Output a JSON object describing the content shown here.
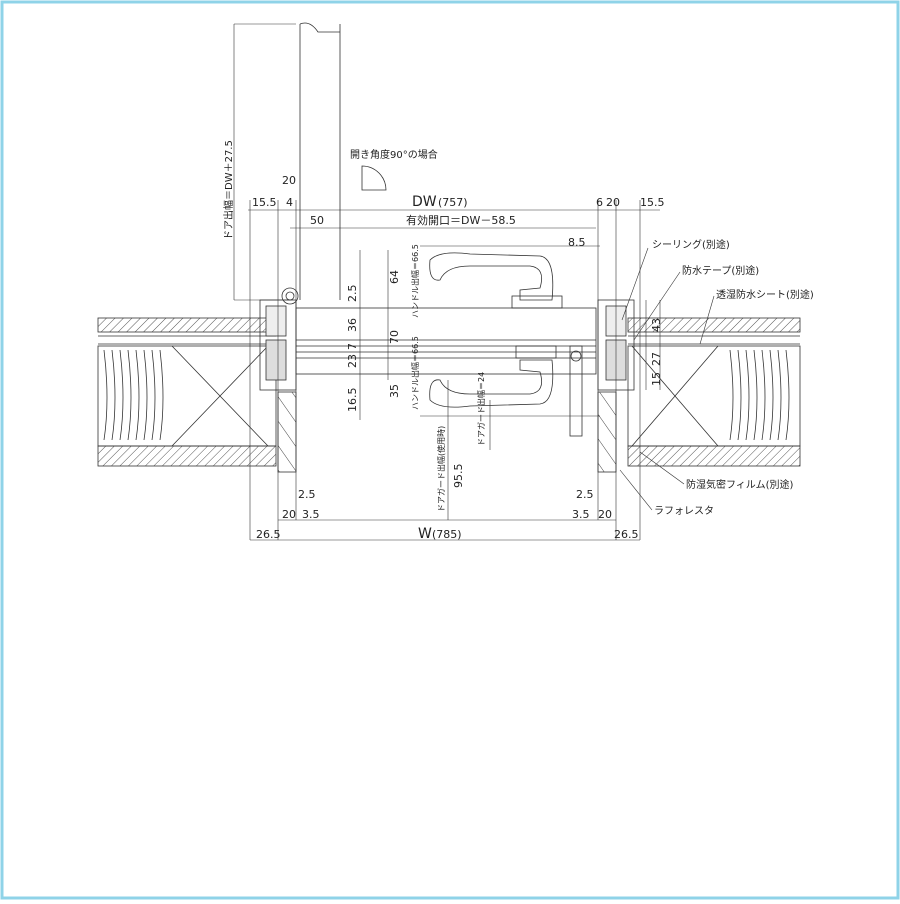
{
  "colors": {
    "frame_border": "#8fd3e8",
    "line": "#333333",
    "hatch": "#555555"
  },
  "annotations": {
    "open_angle": "開き角度90°の場合",
    "door_width": "DW",
    "door_width_value": "(757)",
    "effective_opening": "有効開口＝DW－58.5",
    "overall_width": "W",
    "overall_width_value": "(785)",
    "door_projection": "ドア出幅＝DW＋27.5",
    "handle_projection_64": "ハンドル出幅＝66.5",
    "handle_projection_35": "ハンドル出幅＝66.5",
    "doorguard_projection": "ドアガード出幅＝24",
    "doorguard_projection_use": "ドアガード出幅(使用時)",
    "sealing": "シーリング(別途)",
    "waterproof_tape": "防水テープ(別途)",
    "breathable_sheet": "透湿防水シート(別途)",
    "vapor_film": "防湿気密フィルム(別途)",
    "lath": "ラフォレスタ"
  },
  "dims": {
    "d15_5_left": "15.5",
    "d4": "4",
    "d20_top": "20",
    "d50": "50",
    "d6": "6",
    "d20_right": "20",
    "d15_5_right": "15.5",
    "d8_5": "8.5",
    "d64": "64",
    "d2_5_top": "2.5",
    "d36": "36",
    "d70": "70",
    "d7": "7",
    "d23": "23",
    "d35": "35",
    "d16_5": "16.5",
    "d95_5": "95.5",
    "d43": "43",
    "d27": "27",
    "d15": "15",
    "d2_5_bl": "2.5",
    "d20_bl": "20",
    "d3_5_bl": "3.5",
    "d26_5_l": "26.5",
    "d2_5_br": "2.5",
    "d3_5_br": "3.5",
    "d20_br": "20",
    "d26_5_r": "26.5"
  }
}
